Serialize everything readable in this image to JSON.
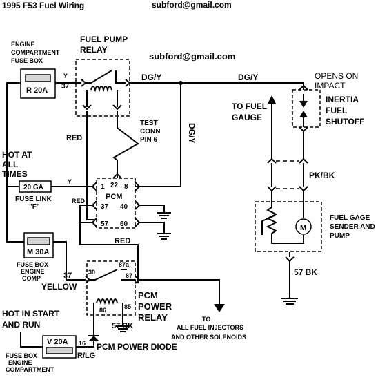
{
  "header": {
    "title": "1995 F53 Fuel Wiring",
    "email_top": "subford@gmail.com",
    "email_mid": "subford@gmail.com"
  },
  "engine_fuse_box": {
    "label_lines": [
      "ENGINE",
      "COMPARTMENT",
      "FUSE BOX"
    ],
    "fuse": "R 20A",
    "wire_color": "Y",
    "circuit": "37"
  },
  "fuel_pump_relay": {
    "label_lines": [
      "FUEL PUMP",
      "RELAY"
    ],
    "out_wire": "DG/Y",
    "red_wire": "RED"
  },
  "test_conn": {
    "label_lines": [
      "TEST",
      "CONN",
      "PIN 6"
    ]
  },
  "vertical_wire": "DG/Y",
  "right_wire": "DG/Y",
  "inertia": {
    "note_lines": [
      "OPENS ON",
      "IMPACT"
    ],
    "label_lines": [
      "INERTIA",
      "FUEL",
      "SHUTOFF"
    ]
  },
  "to_fuel_gauge": [
    "TO FUEL",
    "GAUGE"
  ],
  "pk_bk": "PK/BK",
  "sender": {
    "label_lines": [
      "FUEL GAGE",
      "SENDER AND",
      "PUMP"
    ],
    "motor": "M",
    "ground": "57 BK"
  },
  "hot_at_all_times": [
    "HOT AT",
    "ALL",
    "TIMES"
  ],
  "fuse_link": {
    "rating": "20 GA",
    "wire": "Y",
    "label_lines": [
      "FUSE LINK",
      "\"F\""
    ]
  },
  "pcm": {
    "label": "PCM",
    "pins": [
      "1",
      "22",
      "8",
      "37",
      "40",
      "57",
      "60"
    ],
    "red_label": "RED"
  },
  "m30": {
    "fuse": "M 30A",
    "label_lines": [
      "FUSE BOX",
      "ENGINE",
      "COMP"
    ],
    "circuit": "37",
    "wire": "YELLOW"
  },
  "red_wire_mid": "RED",
  "pcm_relay": {
    "pins": [
      "30",
      "87a",
      "87",
      "86",
      "85"
    ],
    "label_lines": [
      "PCM",
      "POWER",
      "RELAY"
    ],
    "ground": "57 BK"
  },
  "injectors": {
    "lines": [
      "TO",
      "ALL FUEL INJECTORS",
      "AND OTHER SOLENOIDS"
    ]
  },
  "hot_in_start": [
    "HOT IN START",
    "AND RUN"
  ],
  "v20": {
    "fuse": "V 20A",
    "label_lines": [
      "FUSE BOX",
      "ENGINE",
      "COMPARTMENT"
    ]
  },
  "diode": {
    "label": "PCM POWER DIODE",
    "pin": "16",
    "wire": "R/LG"
  }
}
